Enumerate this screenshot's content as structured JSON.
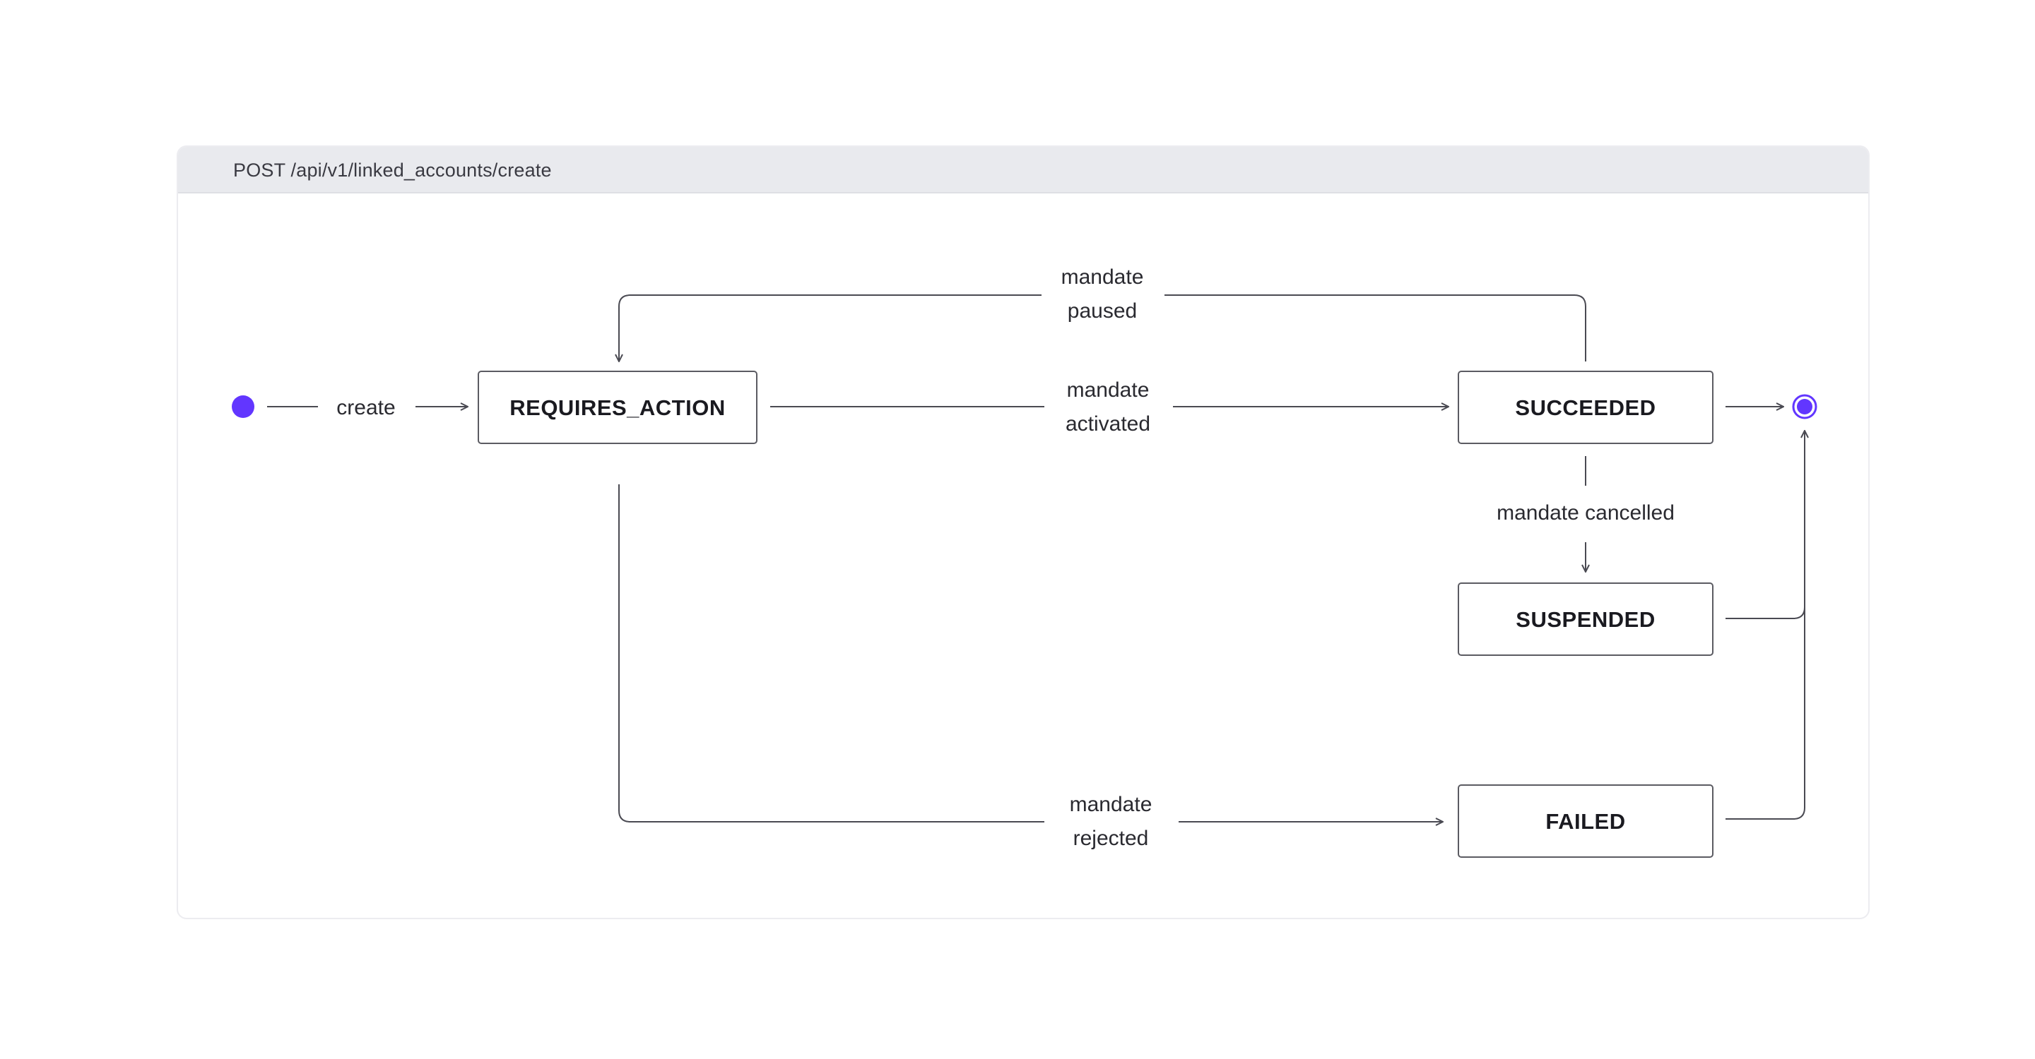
{
  "header": {
    "endpoint": "POST /api/v1/linked_accounts/create"
  },
  "colors": {
    "node_accent": "#6236ff",
    "header_bg": "#e9eaee",
    "line": "#4a4a52"
  },
  "states": {
    "requires_action": "REQUIRES_ACTION",
    "succeeded": "SUCCEEDED",
    "suspended": "SUSPENDED",
    "failed": "FAILED"
  },
  "transitions": {
    "create": "create",
    "mandate_paused": [
      "mandate",
      "paused"
    ],
    "mandate_activated": [
      "mandate",
      "activated"
    ],
    "mandate_cancelled": "mandate cancelled",
    "mandate_rejected": [
      "mandate",
      "rejected"
    ]
  }
}
